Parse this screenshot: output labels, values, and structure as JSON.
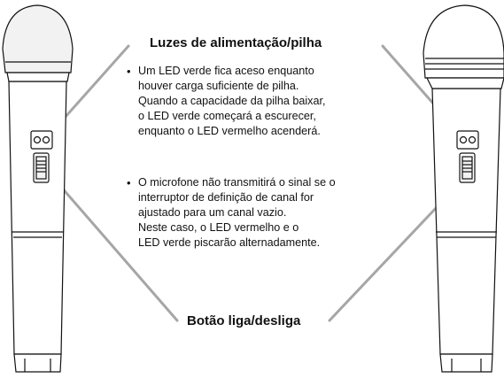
{
  "labels": {
    "power_lights": "Luzes de alimentação/pilha",
    "power_button": "Botão liga/desliga"
  },
  "notes": [
    {
      "lines": [
        "Um LED verde fica aceso enquanto",
        "houver carga suficiente de pilha.",
        "Quando a capacidade da pilha baixar,",
        "o LED verde começará a escurecer,",
        "enquanto o LED vermelho acenderá."
      ]
    },
    {
      "lines": [
        "O microfone não transmitirá o sinal se o",
        "interruptor de definição de canal for",
        "ajustado para um canal vazio.",
        "Neste caso, o LED vermelho e o",
        "LED verde piscarão alternadamente."
      ]
    }
  ],
  "colors": {
    "outline": "#111111",
    "leader_line": "#a6a6a6",
    "grille_fill": "#f2f2f2"
  }
}
